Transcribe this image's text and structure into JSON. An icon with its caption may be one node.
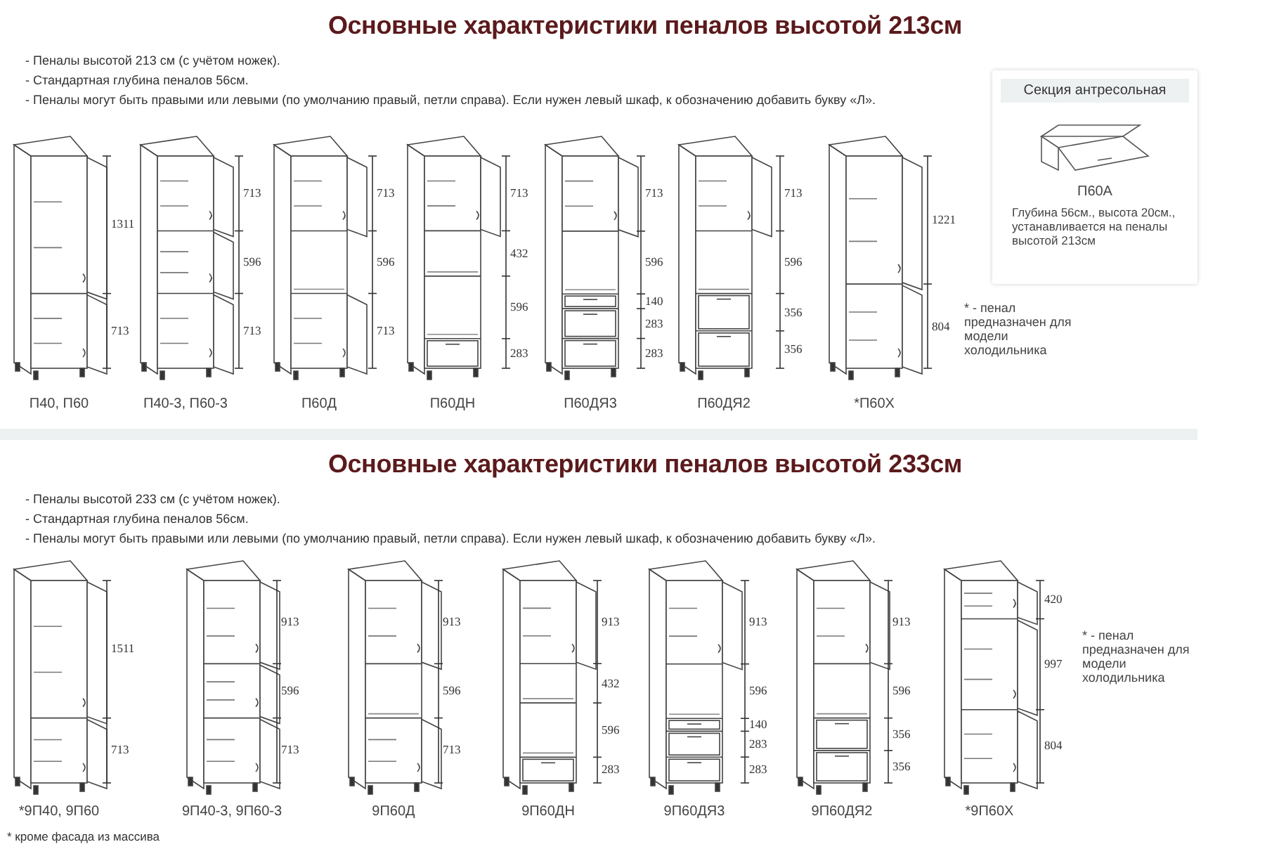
{
  "diagram": {
    "title": "Основные характеристики пеналов высотой 213см",
    "nodes": [
      {
        "text": [
          "Секция антресольная",
          "П60А",
          "Глубина 56см., высота 20см., устанавливается на пеналы высотой 213см"
        ]
      }
    ],
    "labels": [
      "- Пеналы высотой 213 см (с учётом ножек).",
      "- Стандартная глубина пеналов 56см.",
      "- Пеналы могут быть правыми или левыми (по умолчанию правый,  петли справа). Если нужен левый шкаф, к обозначению добавить букву «Л».",
      "1311",
      "713",
      "П40, П60",
      "713",
      "596",
      "713",
      "П40-3, П60-3",
      "713",
      "596",
      "713",
      "П60Д",
      "713",
      "432",
      "596",
      "283",
      "П60ДН",
      "713",
      "596",
      "140",
      "283",
      "283",
      "П60ДЯ3",
      "713",
      "596",
      "356",
      "356",
      "П60ДЯ2",
      "1221",
      "804",
      "*П60Х",
      "* - пенал предназначен для модели холодильника",
      "Основные характеристики пеналов высотой 233см",
      "- Пеналы высотой 233 см (с учётом ножек).",
      "- Стандартная глубина пеналов 56см.",
      "- Пеналы могут быть правыми или левыми (по умолчанию правый,  петли справа). Если нужен левый шкаф, к обозначению добавить букву «Л».",
      "1511",
      "713",
      "*9П40, 9П60",
      "913",
      "596",
      "713",
      "9П40-3, 9П60-3",
      "913",
      "596",
      "713",
      "9П60Д",
      "913",
      "432",
      "596",
      "283",
      "9П60ДН",
      "913",
      "596",
      "140",
      "283",
      "283",
      "9П60ДЯ3",
      "913",
      "596",
      "356",
      "356",
      "9П60ДЯ2",
      "420",
      "997",
      "804",
      "*9П60Х",
      "* - пенал предназначен для модели холодильника",
      "* кроме фасада из массива"
    ]
  }
}
